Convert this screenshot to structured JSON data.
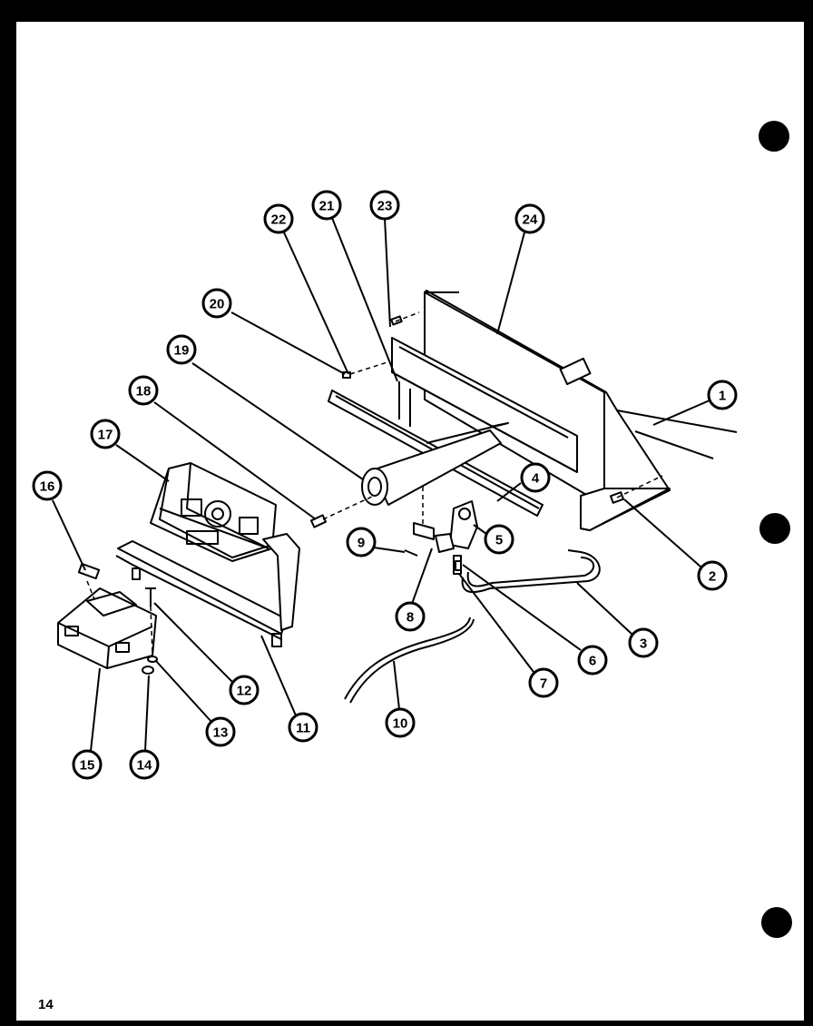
{
  "page_number": "14",
  "callouts": [
    {
      "label": "1"
    },
    {
      "label": "2"
    },
    {
      "label": "3"
    },
    {
      "label": "4"
    },
    {
      "label": "5"
    },
    {
      "label": "6"
    },
    {
      "label": "7"
    },
    {
      "label": "8"
    },
    {
      "label": "9"
    },
    {
      "label": "10"
    },
    {
      "label": "11"
    },
    {
      "label": "12"
    },
    {
      "label": "13"
    },
    {
      "label": "14"
    },
    {
      "label": "15"
    },
    {
      "label": "16"
    },
    {
      "label": "17"
    },
    {
      "label": "18"
    },
    {
      "label": "19"
    },
    {
      "label": "20"
    },
    {
      "label": "21"
    },
    {
      "label": "22"
    },
    {
      "label": "23"
    },
    {
      "label": "24"
    }
  ]
}
